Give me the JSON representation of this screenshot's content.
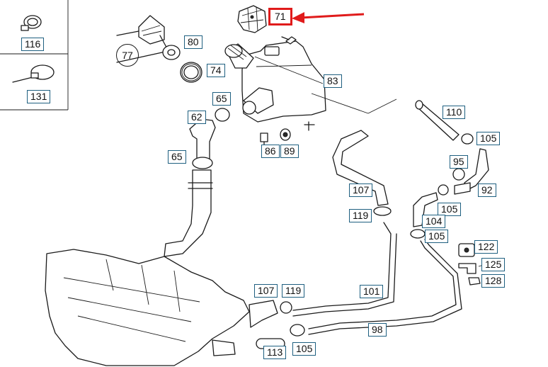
{
  "callouts": {
    "c116": "116",
    "c131": "131",
    "c77": "77",
    "c80": "80",
    "c74": "74",
    "c71": "71",
    "c83": "83",
    "c65a": "65",
    "c62": "62",
    "c65b": "65",
    "c86": "86",
    "c89": "89",
    "c110": "110",
    "c105a": "105",
    "c95": "95",
    "c92": "92",
    "c107a": "107",
    "c119a": "119",
    "c105b": "105",
    "c104": "104",
    "c105c": "105",
    "c122": "122",
    "c125": "125",
    "c128": "128",
    "c107b": "107",
    "c119b": "119",
    "c101": "101",
    "c98": "98",
    "c113": "113",
    "c105d": "105"
  },
  "highlight": {
    "target": "71",
    "color": "#e01b1b"
  }
}
